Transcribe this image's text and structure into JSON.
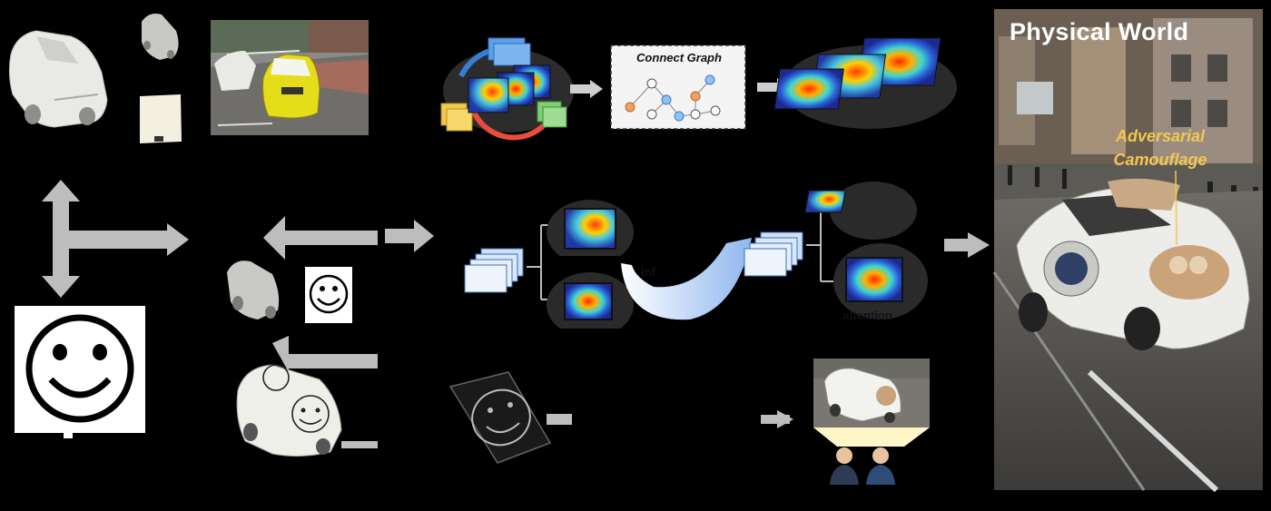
{
  "diagram": {
    "connect_graph_label": "Connect Graph",
    "physical_world_title": "Physical World",
    "adversarial_camouflage_line1": "Adversarial",
    "adversarial_camouflage_line2": "Camouflage",
    "partial_label_inf": "inf",
    "partial_label_attention": "attention"
  }
}
